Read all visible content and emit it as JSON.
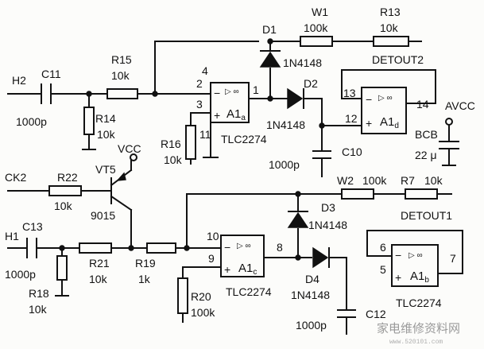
{
  "components": {
    "h2": "H2",
    "c11": "C11",
    "c11_val": "1000p",
    "r15": "R15",
    "r15_val": "10k",
    "r14": "R14",
    "r14_val": "10k",
    "r16": "R16",
    "r16_val": "10k",
    "vcc": "VCC",
    "vt5": "VT5",
    "vt5_val": "9015",
    "ck2": "CK2",
    "r22": "R22",
    "r22_val": "10k",
    "h1": "H1",
    "c13": "C13",
    "c13_val": "1000p",
    "r18": "R18",
    "r18_val": "10k",
    "r21": "R21",
    "r21_val": "10k",
    "r19": "R19",
    "r19_val": "1k",
    "r20": "R20",
    "r20_val": "100k",
    "d1": "D1",
    "d1_val": "1N4148",
    "d2": "D2",
    "d2_val": "1N4148",
    "d3": "D3",
    "d3_val": "1N4148",
    "d4": "D4",
    "d4_val": "1N4148",
    "w1": "W1",
    "w1_val": "100k",
    "r13": "R13",
    "r13_val": "10k",
    "w2": "W2",
    "w2_val": "100k",
    "r7": "R7",
    "r7_val": "10k",
    "c10": "C10",
    "c10_val": "1000p",
    "c12": "C12",
    "c12_val": "1000p",
    "detout2": "DETOUT2",
    "detout1": "DETOUT1",
    "avcc": "AVCC",
    "bcb": "BCB",
    "bcb_val": "22 μ",
    "a1a": "A1",
    "a1a_sub": "a",
    "a1a_part": "TLC2274",
    "a1b": "A1",
    "a1b_sub": "b",
    "a1b_part": "TLC2274",
    "a1c": "A1",
    "a1c_sub": "c",
    "a1c_part": "TLC2274",
    "a1d": "A1",
    "a1d_sub": "d",
    "pin4": "4",
    "pin11": "11",
    "a_p2": "2",
    "a_p3": "3",
    "a_p1": "1",
    "d_p13": "13",
    "d_p12": "12",
    "d_p14": "14",
    "c_p10": "10",
    "c_p9": "9",
    "c_p8": "8",
    "b_p6": "6",
    "b_p5": "5",
    "b_p7": "7",
    "minus": "−",
    "plus": "+",
    "delta_inf": "▷ ∞"
  },
  "watermark": {
    "text": "家电维修资料网",
    "url": "www.520101.com"
  }
}
